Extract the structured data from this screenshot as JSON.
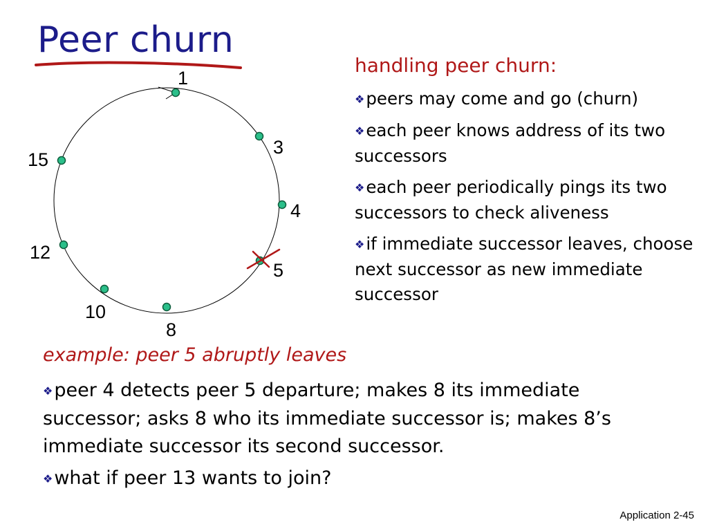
{
  "title": "Peer churn",
  "ring_nodes": [
    "1",
    "3",
    "4",
    "5",
    "8",
    "10",
    "12",
    "15"
  ],
  "right_heading": "handling peer churn:",
  "right_bullets": [
    "peers may come and go (churn)",
    "each peer knows address of its two successors",
    "each peer periodically pings its two successors to check aliveness",
    "if immediate successor leaves, choose next successor as new immediate successor"
  ],
  "example_heading": "example: peer 5 abruptly leaves",
  "bottom_bullets": [
    "peer 4 detects peer 5 departure; makes 8 its immediate successor; asks 8 who its immediate successor is; makes 8’s immediate successor its second successor.",
    "what if peer 13 wants to join?"
  ],
  "footer": "Application  2-45",
  "bullet_icon": "diamond-bullet-icon",
  "colors": {
    "title": "#1c1c8a",
    "heading": "#b01818",
    "node": "#2bbf8a",
    "cross": "#b01818"
  }
}
